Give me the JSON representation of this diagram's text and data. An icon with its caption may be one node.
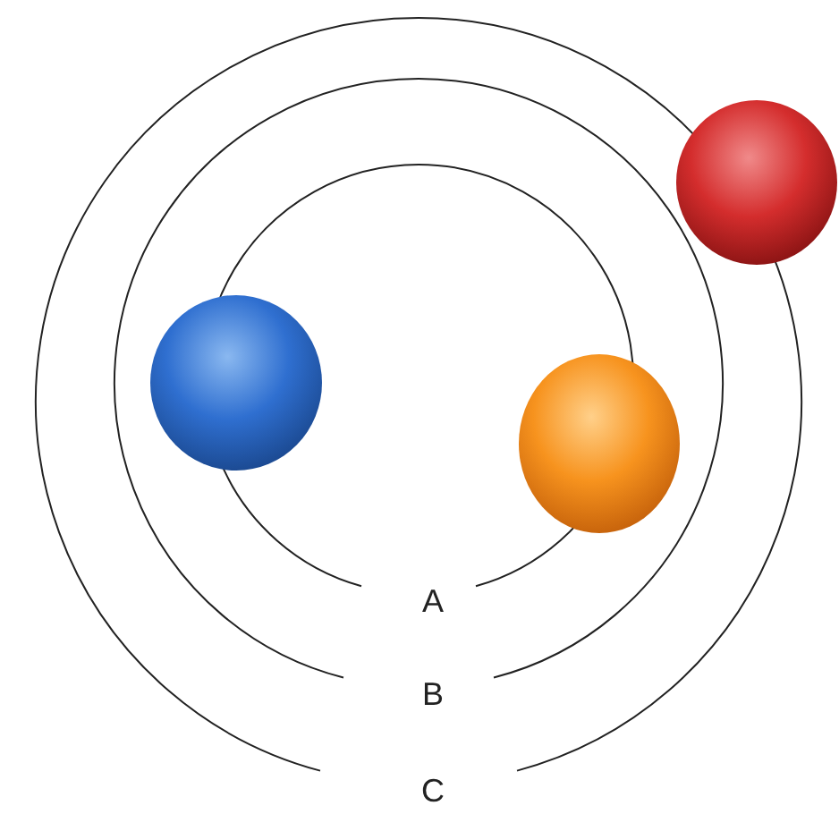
{
  "diagram": {
    "nodes": [
      {
        "text": [],
        "shape": "circle"
      },
      {
        "text": [],
        "shape": "circle"
      },
      {
        "text": [],
        "shape": "circle"
      }
    ],
    "labels": [
      "A",
      "B",
      "C"
    ]
  }
}
